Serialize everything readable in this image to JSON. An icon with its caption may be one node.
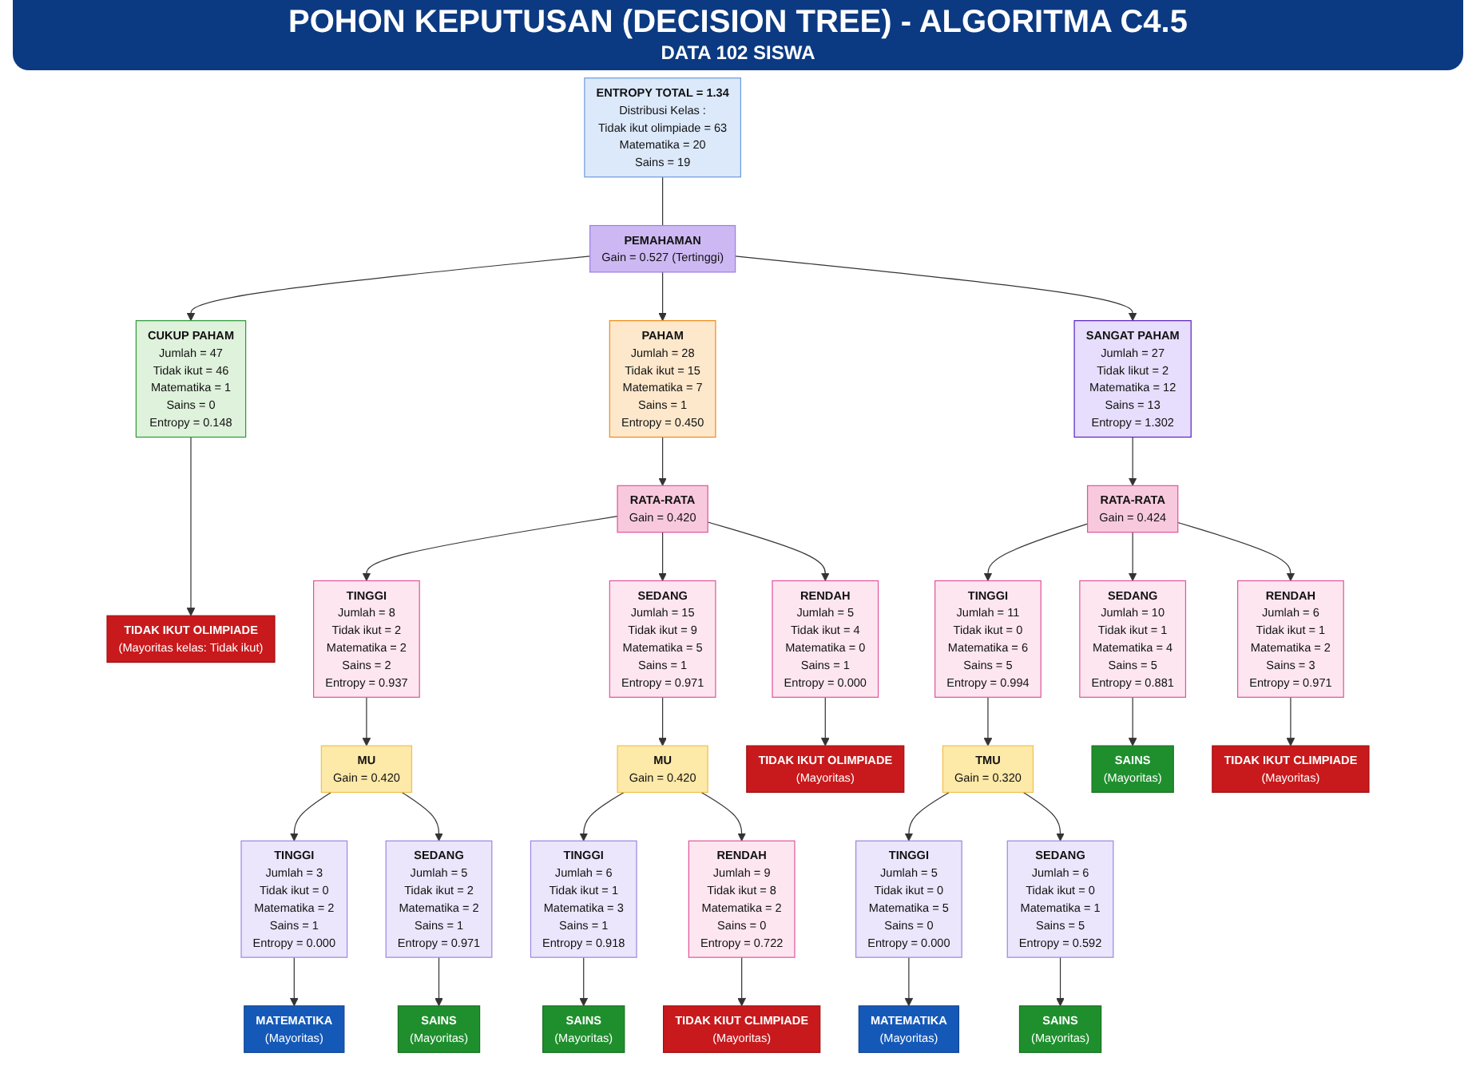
{
  "diagram": {
    "title": "POHON KEPUTUSAN (DECISION TREE) - ALGORITMA C4.5",
    "nodes": [
      {
        "text": [
          "ENTROPY TOTAL = 1.34",
          "Distribusi Kelas :",
          "Tidak ikut olimpiade = 63",
          "Matematika = 20",
          "Sains = 19"
        ]
      },
      {
        "text": [
          "PEMAHAMAN",
          "Gain = 0.527 (Tertinggi)"
        ]
      },
      {
        "text": [
          "CUKUP PAHAM",
          "Jumlah = 47",
          "Tidak ikut = 46",
          "Matematika = 1",
          "Sains = 0",
          "Entropy = 0.148"
        ]
      },
      {
        "text": [
          "PAHAM",
          "Jumlah = 28",
          "Tidak ikut = 15",
          "Matematika = 7",
          "Sains = 1",
          "Entropy = 0.450"
        ]
      },
      {
        "text": [
          "SANGAT PAHAM",
          "Jumlah = 27",
          "Tidak likut = 2",
          "Matematika = 12",
          "Sains = 13",
          "Entropy = 1.302"
        ]
      },
      {
        "text": [
          "TIDAK IKUT OLIMPIADE",
          "(Mayoritas kelas: Tidak ikut)"
        ]
      },
      {
        "text": [
          "RATA-RATA",
          "Gain = 0.420"
        ]
      },
      {
        "text": [
          "RATA-RATA",
          "Gain = 0.424"
        ]
      },
      {
        "text": [
          "TINGGI",
          "Jumlah = 8",
          "Tidak ikut = 2",
          "Matematika = 2",
          "Sains = 2",
          "Entropy = 0.937"
        ]
      },
      {
        "text": [
          "SEDANG",
          "Jumlah = 15",
          "Tidak ikut = 9",
          "Matematika = 5",
          "Sains = 1",
          "Entropy = 0.971"
        ]
      },
      {
        "text": [
          "RENDAH",
          "Jumlah = 5",
          "Tidak ikut = 4",
          "Matematika = 0",
          "Sains = 1",
          "Entropy = 0.000"
        ]
      },
      {
        "text": [
          "TINGGI",
          "Jumlah = 11",
          "Tidak ikut = 0",
          "Matematika = 6",
          "Sains = 5",
          "Entropy = 0.994"
        ]
      },
      {
        "text": [
          "SEDANG",
          "Jumlah = 10",
          "Tidak ikut = 1",
          "Matematika = 4",
          "Sains = 5",
          "Entropy = 0.881"
        ]
      },
      {
        "text": [
          "RENDAH",
          "Jumlah = 6",
          "Tidak ikut = 1",
          "Matematika = 2",
          "Sains = 3",
          "Entropy = 0.971"
        ]
      },
      {
        "text": [
          "MU",
          "Gain = 0.420"
        ]
      },
      {
        "text": [
          "MU",
          "Gain = 0.420"
        ]
      },
      {
        "text": [
          "TIDAK IKUT OLIMPIADE",
          "(Mayoritas)"
        ]
      },
      {
        "text": [
          "TMU",
          "Gain = 0.320"
        ]
      },
      {
        "text": [
          "SAINS",
          "(Mayoritas)"
        ]
      },
      {
        "text": [
          "TIDAK IKUT CLIMPIADE",
          "(Mayoritas)"
        ]
      },
      {
        "text": [
          "TINGGI",
          "Jumlah = 3",
          "Tidak ikut = 0",
          "Matematika = 2",
          "Sains = 1",
          "Entropy = 0.000"
        ]
      },
      {
        "text": [
          "SEDANG",
          "Jumlah = 5",
          "Tidak ikut = 2",
          "Matematika = 2",
          "Sains = 1",
          "Entropy = 0.971"
        ]
      },
      {
        "text": [
          "TINGGI",
          "Jumlah = 6",
          "Tidak ikut = 1",
          "Matematika = 3",
          "Sains = 1",
          "Entropy = 0.918"
        ]
      },
      {
        "text": [
          "RENDAH",
          "Jumlah = 9",
          "Tidak ikut = 8",
          "Matematika = 2",
          "Sains = 0",
          "Entropy = 0.722"
        ]
      },
      {
        "text": [
          "TINGGI",
          "Jumlah = 5",
          "Tidak ikut = 0",
          "Matematika = 5",
          "Sains = 0",
          "Entropy = 0.000"
        ]
      },
      {
        "text": [
          "SEDANG",
          "Jumlah = 6",
          "Tidak ikut = 0",
          "Matematika = 1",
          "Sains = 5",
          "Entropy = 0.592"
        ]
      },
      {
        "text": [
          "MATEMATIKA",
          "(Mayoritas)"
        ]
      },
      {
        "text": [
          "SAINS",
          "(Mayoritas)"
        ]
      },
      {
        "text": [
          "SAINS",
          "(Mayoritas)"
        ]
      },
      {
        "text": [
          "TIDAK KIUT CLIMPIADE",
          "(Mayoritas)"
        ]
      },
      {
        "text": [
          "MATEMATIKA",
          "(Mayoritas)"
        ]
      },
      {
        "text": [
          "SAINS",
          "(Mayoritas)"
        ]
      }
    ],
    "edges": [
      {
        "from": 0,
        "to": 1,
        "arrow": "none"
      },
      {
        "from": 1,
        "to": 2,
        "arrow": "to"
      },
      {
        "from": 1,
        "to": 3,
        "arrow": "to"
      },
      {
        "from": 1,
        "to": 4,
        "arrow": "to"
      },
      {
        "from": 2,
        "to": 5,
        "arrow": "to"
      },
      {
        "from": 3,
        "to": 6,
        "arrow": "to"
      },
      {
        "from": 4,
        "to": 7,
        "arrow": "to"
      },
      {
        "from": 6,
        "to": 8,
        "arrow": "to"
      },
      {
        "from": 6,
        "to": 9,
        "arrow": "to"
      },
      {
        "from": 6,
        "to": 10,
        "arrow": "to"
      },
      {
        "from": 7,
        "to": 11,
        "arrow": "to"
      },
      {
        "from": 7,
        "to": 12,
        "arrow": "to"
      },
      {
        "from": 7,
        "to": 13,
        "arrow": "to"
      },
      {
        "from": 8,
        "to": 14,
        "arrow": "to"
      },
      {
        "from": 9,
        "to": 15,
        "arrow": "to"
      },
      {
        "from": 10,
        "to": 16,
        "arrow": "to"
      },
      {
        "from": 11,
        "to": 17,
        "arrow": "to"
      },
      {
        "from": 12,
        "to": 18,
        "arrow": "to"
      },
      {
        "from": 13,
        "to": 19,
        "arrow": "to"
      },
      {
        "from": 14,
        "to": 20,
        "arrow": "to"
      },
      {
        "from": 14,
        "to": 21,
        "arrow": "to"
      },
      {
        "from": 15,
        "to": 22,
        "arrow": "to"
      },
      {
        "from": 15,
        "to": 23,
        "arrow": "to"
      },
      {
        "from": 17,
        "to": 24,
        "arrow": "to"
      },
      {
        "from": 17,
        "to": 25,
        "arrow": "to"
      },
      {
        "from": 20,
        "to": 26,
        "arrow": "to"
      },
      {
        "from": 21,
        "to": 27,
        "arrow": "to"
      },
      {
        "from": 22,
        "to": 28,
        "arrow": "to"
      },
      {
        "from": 23,
        "to": 29,
        "arrow": "to"
      },
      {
        "from": 24,
        "to": 30,
        "arrow": "to"
      },
      {
        "from": 25,
        "to": 31,
        "arrow": "to"
      }
    ],
    "labels": [
      "DATA 102 SISWA"
    ]
  }
}
